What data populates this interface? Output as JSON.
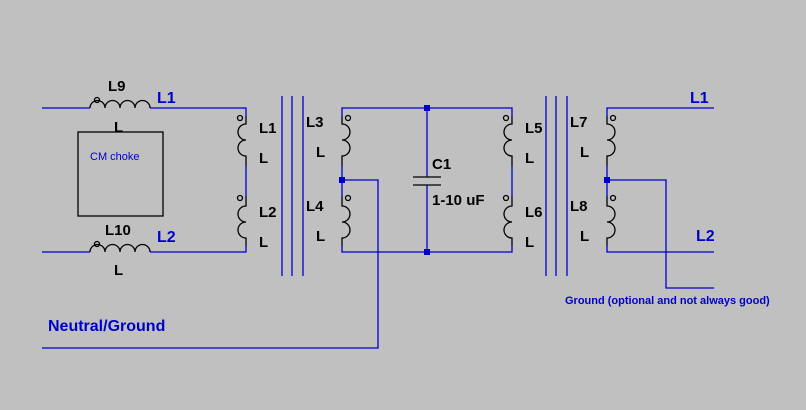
{
  "diagram": {
    "inductors": {
      "l9": {
        "ref": "L9",
        "value": "L"
      },
      "l10": {
        "ref": "L10",
        "value": "L"
      },
      "l1": {
        "ref": "L1",
        "value": "L"
      },
      "l2": {
        "ref": "L2",
        "value": "L"
      },
      "l3": {
        "ref": "L3",
        "value": "L"
      },
      "l4": {
        "ref": "L4",
        "value": "L"
      },
      "l5": {
        "ref": "L5",
        "value": "L"
      },
      "l6": {
        "ref": "L6",
        "value": "L"
      },
      "l7": {
        "ref": "L7",
        "value": "L"
      },
      "l8": {
        "ref": "L8",
        "value": "L"
      }
    },
    "capacitor": {
      "ref": "C1",
      "value": "1-10 uF"
    },
    "nets": {
      "input_l1": "L1",
      "input_l2": "L2",
      "output_l1": "L1",
      "output_l2": "L2",
      "neutral_ground": "Neutral/Ground",
      "ground_note": "Ground (optional and not always good)"
    },
    "box_label": "CM choke",
    "colors": {
      "background": "#c0c0c0",
      "wire": "#0000cc",
      "component": "#000000"
    }
  }
}
